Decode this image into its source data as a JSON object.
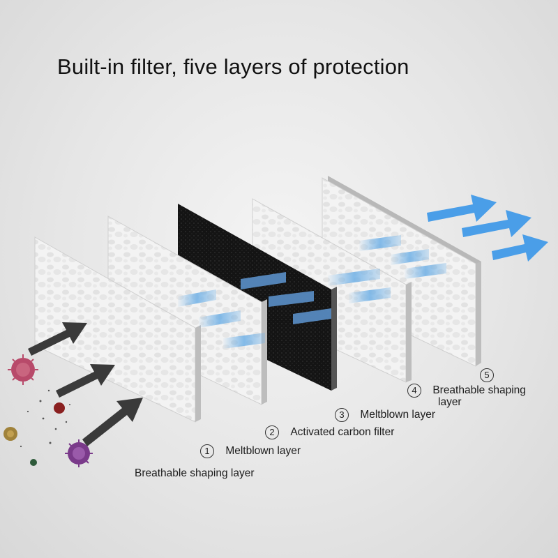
{
  "title": "Built-in filter, five layers of protection",
  "layers": [
    {
      "number": "",
      "label": "Breathable shaping layer",
      "color": "#f2f2f2"
    },
    {
      "number": "1",
      "label": "Meltblown layer",
      "color": "#f2f2f2"
    },
    {
      "number": "2",
      "label": "Activated carbon filter",
      "color": "#161616"
    },
    {
      "number": "3",
      "label": "Meltblown layer",
      "color": "#f2f2f2"
    },
    {
      "number": "4",
      "label": "Breathable shaping",
      "color": "#f2f2f2"
    },
    {
      "number": "5",
      "label": "layer",
      "color": "#f2f2f2"
    }
  ],
  "colors": {
    "incoming_arrow": "#3a3a3a",
    "outgoing_arrow": "#4a9ee8",
    "air_stripe": "#6fb0e6"
  },
  "icons": [
    "virus-icon",
    "incoming-air-arrow-icon",
    "outgoing-air-arrow-icon"
  ]
}
